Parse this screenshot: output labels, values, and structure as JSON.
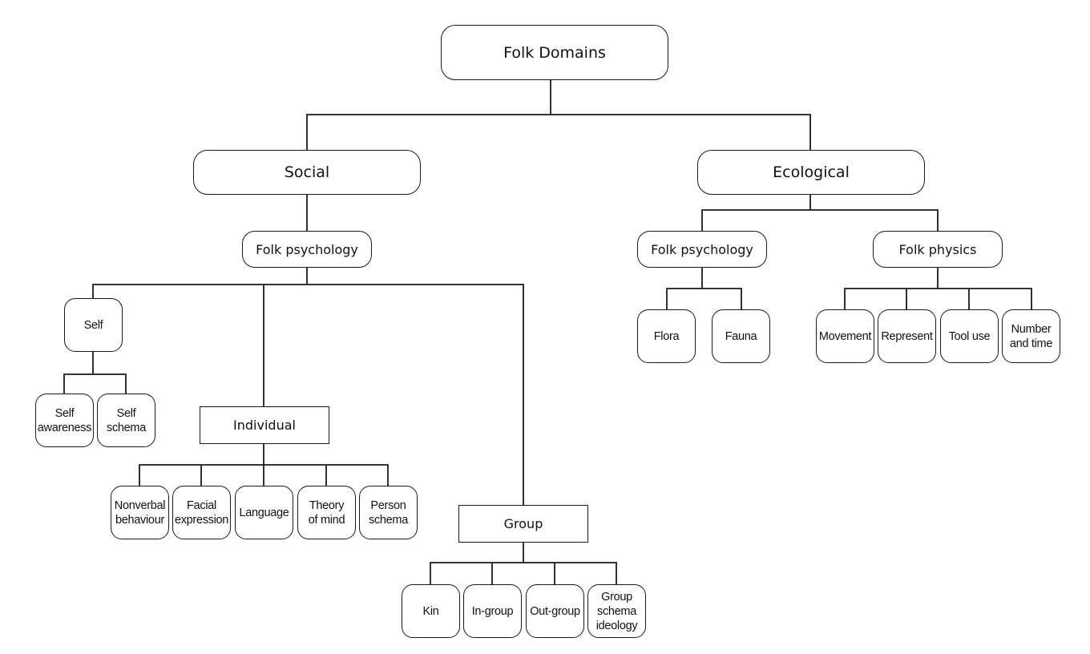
{
  "root": "Folk Domains",
  "social": {
    "label": "Social",
    "folk_psychology": "Folk psychology",
    "self": {
      "label": "Self",
      "children": [
        "Self\nawareness",
        "Self\nschema"
      ]
    },
    "individual": {
      "label": "Individual",
      "children": [
        "Nonverbal\nbehaviour",
        "Facial\nexpression",
        "Language",
        "Theory\nof mind",
        "Person\nschema"
      ]
    },
    "group": {
      "label": "Group",
      "children": [
        "Kin",
        "In-group",
        "Out-group",
        "Group\nschema\nideology"
      ]
    }
  },
  "ecological": {
    "label": "Ecological",
    "folk_psychology": {
      "label": "Folk psychology",
      "children": [
        "Flora",
        "Fauna"
      ]
    },
    "folk_physics": {
      "label": "Folk physics",
      "children": [
        "Movement",
        "Represent",
        "Tool use",
        "Number\nand time"
      ]
    }
  }
}
